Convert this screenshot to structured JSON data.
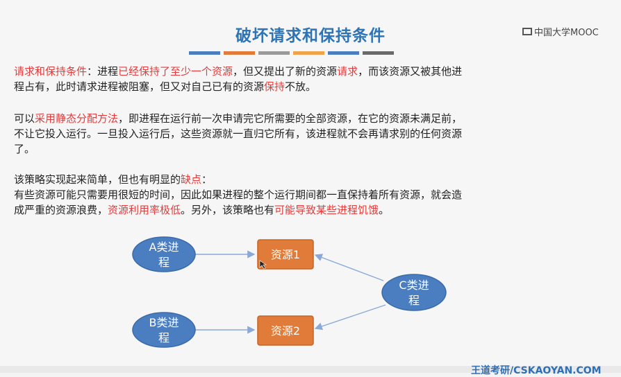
{
  "slide": {
    "title": "破坏请求和保持条件",
    "logo_text": "中国大学MOOC",
    "deco_colors": [
      "#4a7ec0",
      "#e07b39",
      "#9a9a9a",
      "#f0a24a",
      "#4a7ec0",
      "#6a6a6a"
    ],
    "p1": {
      "s1": "请求和保持条件",
      "s2": "：进程",
      "s3": "已经保持了至少一个资源",
      "s4": "，但又提出了新的资源",
      "s5": "请求",
      "s6": "，而该资源又被其他进",
      "line2a": "程占有，此时请求进程被阻塞，但又对自己已有的资源",
      "line2b": "保持",
      "line2c": "不放。"
    },
    "p2": {
      "s1": "可以",
      "s2": "采用静态分配方法",
      "s3": "，即进程在运行前一次申请完它所需要的全部资源，在它的资源未满足前，",
      "line2": "不让它投入运行。一旦投入运行后，这些资源就一直归它所有，该进程就不会再请求别的任何资源",
      "line3": "了。"
    },
    "p3": {
      "s1": "该策略实现起来简单，但也有明显的",
      "s2": "缺点",
      "s3": "：",
      "line2": "有些资源可能只需要用很短的时间，因此如果进程的整个运行期间都一直保持着所有资源，就会造",
      "line3a": "成严重的资源浪费，",
      "line3b": "资源利用率极低",
      "line3c": "。另外，该策略也有",
      "line3d": "可能导致某些进程饥饿",
      "line3e": "。"
    },
    "diagram": {
      "proc_a_line1": "A类进",
      "proc_a_line2": "程",
      "proc_b_line1": "B类进",
      "proc_b_line2": "程",
      "proc_c_line1": "C类进",
      "proc_c_line2": "程",
      "res1": "资源1",
      "res2": "资源2",
      "process_color": "#4a7ec0",
      "resource_color": "#e07b39"
    },
    "footer": "王道考研/CSKAOYAN.COM"
  }
}
